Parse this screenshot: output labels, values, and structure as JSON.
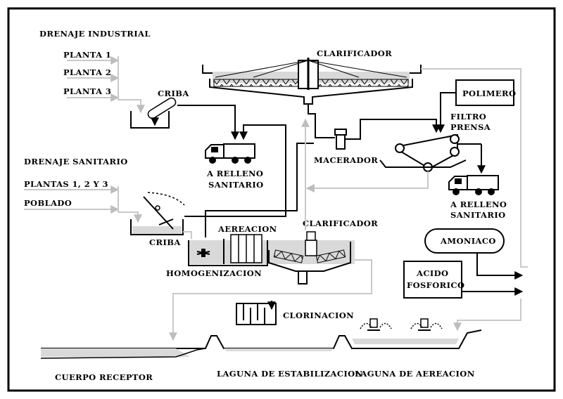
{
  "labels": {
    "drenaje_industrial": "DRENAJE INDUSTRIAL",
    "planta1": "PLANTA 1",
    "planta2": "PLANTA 2",
    "planta3": "PLANTA 3",
    "clarificador_top": "CLARIFICADOR",
    "criba_top": "CRIBA",
    "polimero": "POLIMERO",
    "filtro_prensa_1": "FILTRO",
    "filtro_prensa_2": "PRENSA",
    "macerador": "MACERADOR",
    "relleno1_a": "A RELLENO",
    "relleno1_b": "SANITARIO",
    "drenaje_sanitario": "DRENAJE SANITARIO",
    "plantas_123": "PLANTAS 1, 2 Y 3",
    "poblado": "POBLADO",
    "relleno2_a": "A RELLENO",
    "relleno2_b": "SANITARIO",
    "criba_bottom": "CRIBA",
    "aereacion": "AEREACION",
    "clarificador_bottom": "CLARIFICADOR",
    "homogenizacion": "HOMOGENIZACION",
    "amoniaco": "AMONIACO",
    "acido_1": "ACIDO",
    "acido_2": "FOSFORICO",
    "clorinacion": "CLORINACION",
    "cuerpo_receptor": "CUERPO RECEPTOR",
    "laguna_estabilizacion": "LAGUNA DE ESTABILIZACION",
    "laguna_aereacion": "LAGUNA DE AEREACION"
  },
  "colors": {
    "border": "#000000",
    "pipe_main": "#000000",
    "pipe_secondary": "#c8c8c8",
    "water_fill": "#d9d9d9"
  }
}
